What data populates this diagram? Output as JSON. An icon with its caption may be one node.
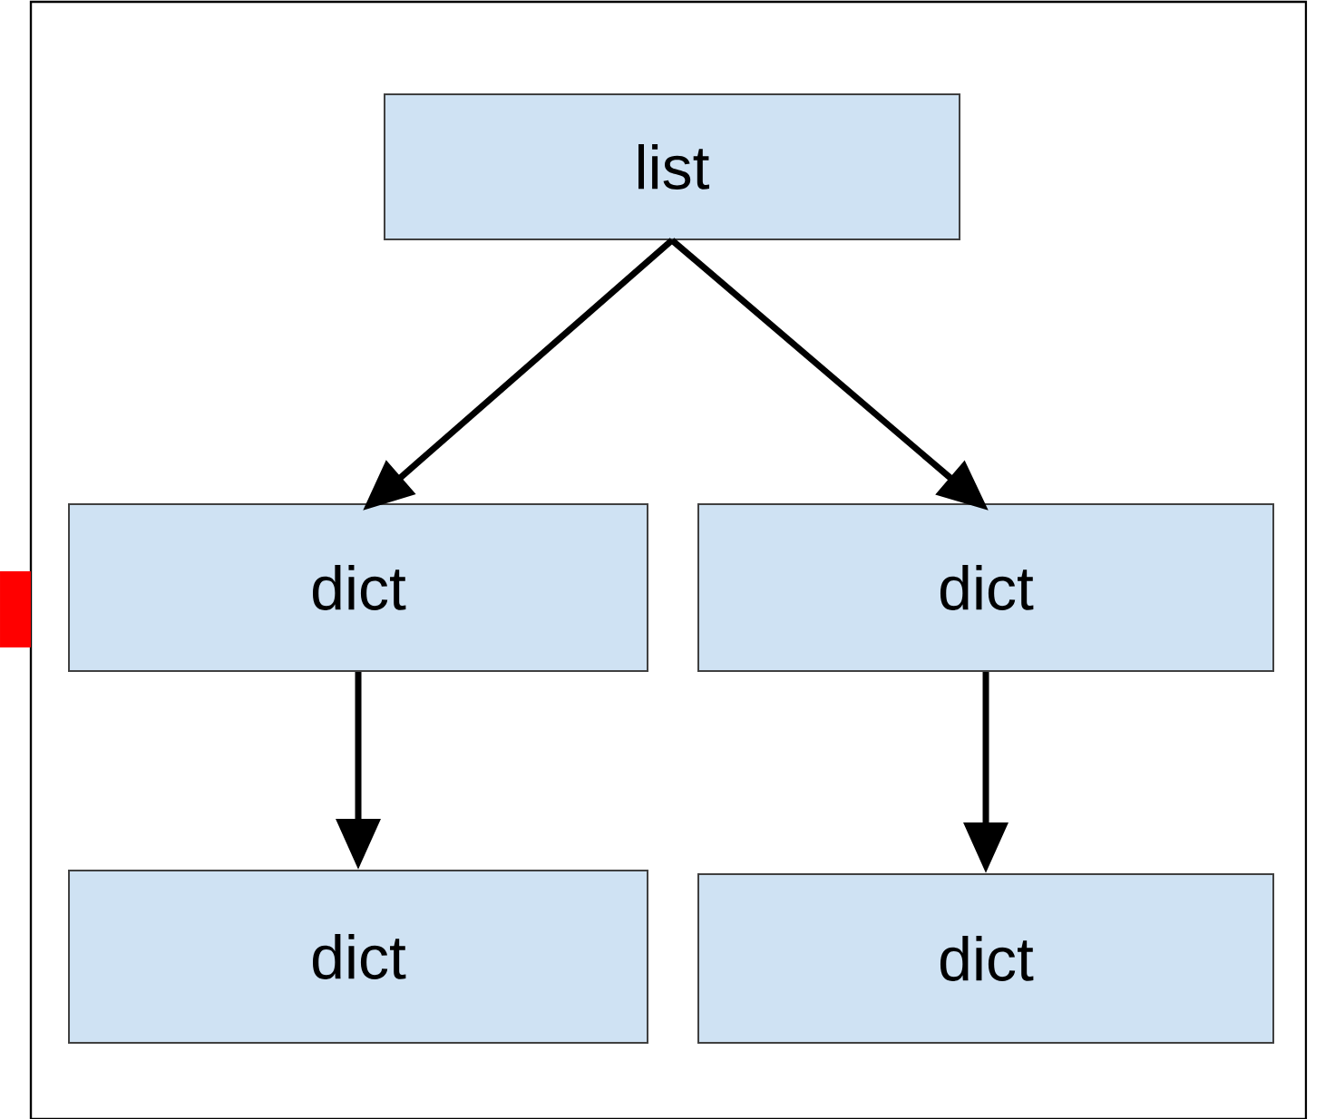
{
  "diagram": {
    "nodes": [
      {
        "text": [
          "list"
        ]
      },
      {
        "text": [
          "dict"
        ]
      },
      {
        "text": [
          "dict"
        ]
      },
      {
        "text": [
          "dict"
        ]
      },
      {
        "text": [
          "dict"
        ]
      }
    ],
    "edges": [
      {
        "from": 0,
        "to": 1,
        "arrow": "to"
      },
      {
        "from": 0,
        "to": 2,
        "arrow": "to"
      },
      {
        "from": 1,
        "to": 3,
        "arrow": "to"
      },
      {
        "from": 2,
        "to": 4,
        "arrow": "to"
      }
    ]
  }
}
